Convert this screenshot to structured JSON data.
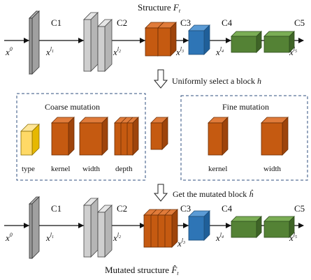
{
  "colors": {
    "gray_block": "#c8c8c8",
    "dark_gray_plate": "#8a8a8a",
    "orange_block": "#c55a11",
    "blue_block": "#2e75b6",
    "green_block": "#548235",
    "yellow_block": "#ffd966",
    "dashed_border": "#2f4f7f"
  },
  "top_structure": {
    "title": "Structure",
    "title_symbol": "F",
    "title_symbol_sub": "t",
    "stage_labels": [
      "C1",
      "C2",
      "C3",
      "C4",
      "C5"
    ],
    "input_label": "x",
    "input_sup": "0",
    "tensor_labels": [
      {
        "base": "x",
        "sup": "l",
        "sub": "1"
      },
      {
        "base": "x",
        "sup": "l",
        "sub": "2"
      },
      {
        "base": "x",
        "sup": "l",
        "sub": "3"
      },
      {
        "base": "x",
        "sup": "l",
        "sub": "4"
      },
      {
        "base": "x",
        "sup": "l",
        "sub": "5"
      }
    ]
  },
  "step1": {
    "text": "Uniformly select a block",
    "symbol": "h"
  },
  "coarse": {
    "title": "Coarse mutation",
    "items": [
      "type",
      "kernel",
      "width",
      "depth"
    ]
  },
  "fine": {
    "title": "Fine mutation",
    "items": [
      "kernel",
      "width"
    ]
  },
  "step2": {
    "text": "Get the mutated block",
    "symbol": "ĥ"
  },
  "bottom_structure": {
    "stage_labels": [
      "C1",
      "C2",
      "C3",
      "C4",
      "C5"
    ],
    "caption": "Mutated structure",
    "caption_symbol": "F̂",
    "caption_symbol_sub": "t"
  }
}
